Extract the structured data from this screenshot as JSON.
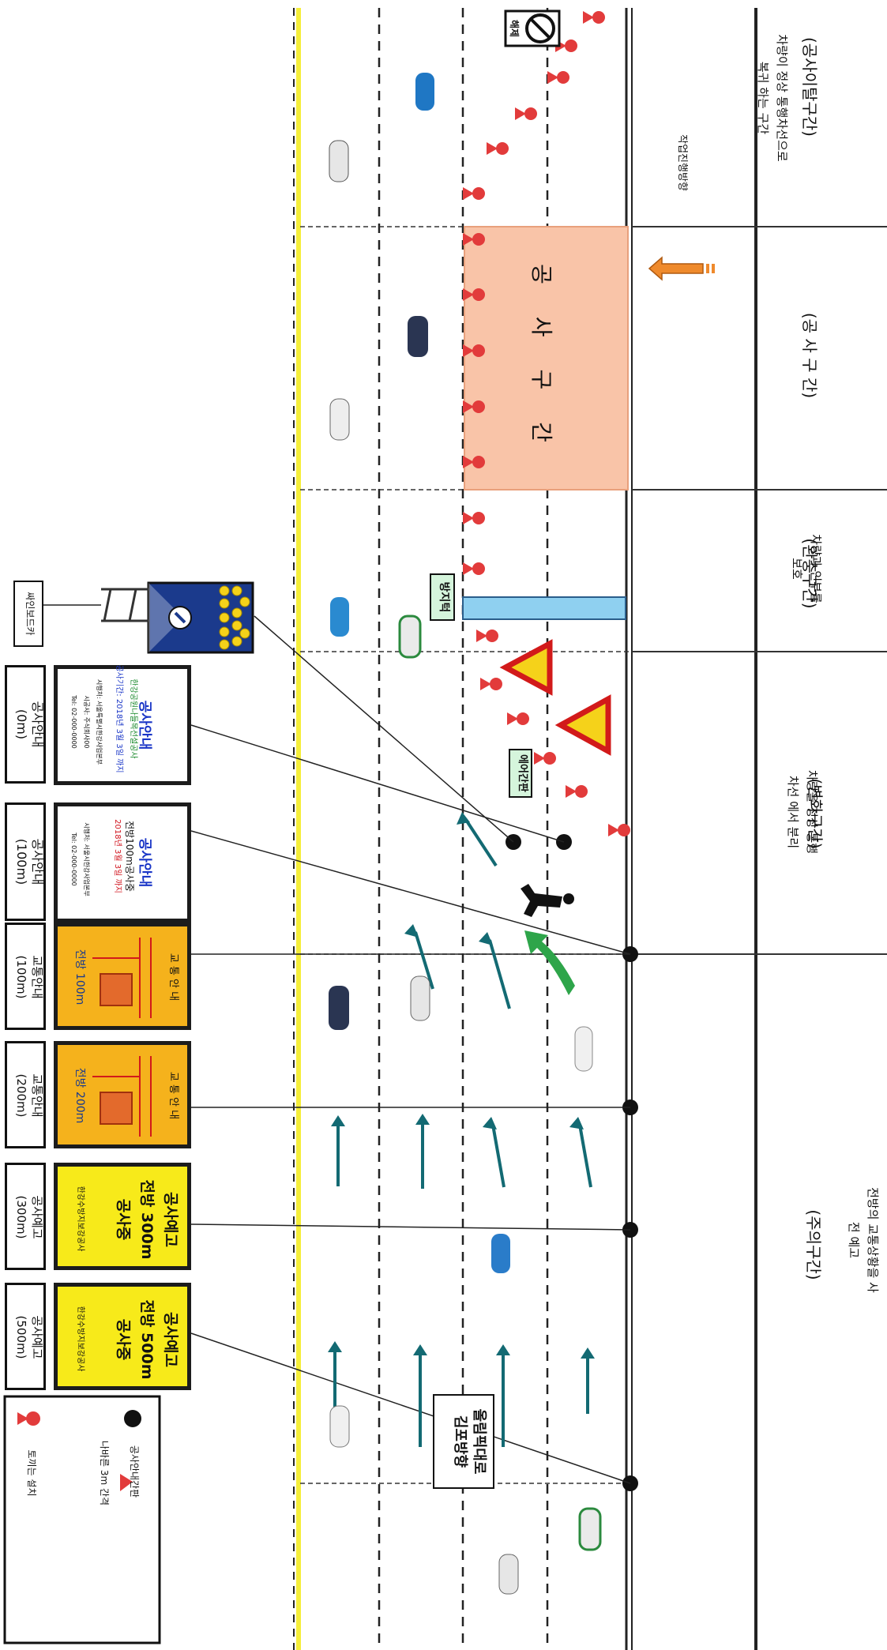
{
  "zones": [
    {
      "name": "(공사이탈구간)",
      "desc": [
        "차량이 정상 통행차선으로",
        "복귀 하는 구간"
      ]
    },
    {
      "name": "(공 사 구 간)",
      "desc": []
    },
    {
      "name": "(완충구간)",
      "desc": [
        "차량과 인부를",
        "보호"
      ]
    },
    {
      "name": "(변화구간)",
      "desc": [
        "차량을 정상 통행",
        "차선 에서 분리"
      ]
    },
    {
      "name": "(주의구간)",
      "desc": [
        "전방의 교통상황을 사",
        "전 예고"
      ]
    }
  ],
  "work_direction": "작업진행방향",
  "work_zone_label": "공 사 구 간",
  "release_sign": "해제",
  "barrier_label": "방지턱",
  "airman_label": "에어간판",
  "road_direction": {
    "line1": "올림픽대로",
    "line2": "김포방향"
  },
  "legend": {
    "sign_post": "공사안내간판",
    "cone": "나바른 3m 간격",
    "drum": "토끼는 설치"
  },
  "sign_board_car": "싸인보드카",
  "signs": [
    {
      "id": "notice-0",
      "title": "공사안내",
      "lines": [
        "한강공원나들목선설공사",
        "공사기간: 2018년 3월 3일 까지"
      ],
      "small": [
        "시행처: 서울특별시한강사업본부",
        "시공사: 주식회사00",
        "Tel: 02-000-0000"
      ],
      "caption": "공사안내\n(0m)"
    },
    {
      "id": "notice-100",
      "title": "공사안내",
      "lines": [
        "전방100m공사중",
        "2018년 3월 3일 까지"
      ],
      "small": [
        "시행처: 서울시한강사업본부",
        "Tel: 02-000-0000"
      ],
      "caption": "공사안내\n(100m)"
    },
    {
      "id": "traffic-100",
      "title": "교 통 안 내",
      "lines": [
        "전방 100m"
      ],
      "caption": "교통안내\n(100m)"
    },
    {
      "id": "traffic-200",
      "title": "교 통 안 내",
      "lines": [
        "전방 200m"
      ],
      "caption": "교통안내\n(200m)"
    },
    {
      "id": "warn-300",
      "title": "공사예고",
      "lines": [
        "전방 300m",
        "공사중"
      ],
      "small": [
        "한강수방지보강공사"
      ],
      "caption": "공사예고\n(300m)"
    },
    {
      "id": "warn-500",
      "title": "공사예고",
      "lines": [
        "전방 500m",
        "공사중"
      ],
      "small": [
        "한강수방지보강공사"
      ],
      "caption": "공사예고\n(500m)"
    }
  ],
  "colors": {
    "work_zone": "#f9c4a8",
    "centerline": "#f5ee3a",
    "arrow": "#136a73",
    "cone": "#e23b3b",
    "barrier": "#8fd0f0",
    "sign_yellow": "#f7ea1a",
    "sign_orange": "#f5b21c"
  }
}
